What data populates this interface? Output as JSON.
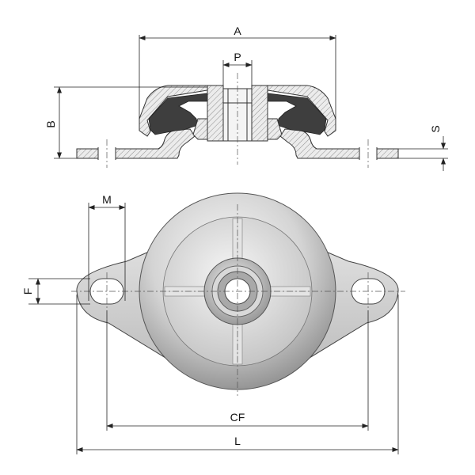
{
  "labels": {
    "A": "A",
    "P": "P",
    "B": "B",
    "S": "S",
    "M": "M",
    "F": "F",
    "CF": "CF",
    "L": "L"
  },
  "colors": {
    "outline": "#333333",
    "section_fill": "#e6e6e6",
    "rubber": "#3e3e3e",
    "metal_light": "#f2f2f2",
    "metal_dark": "#8c8c8c"
  }
}
